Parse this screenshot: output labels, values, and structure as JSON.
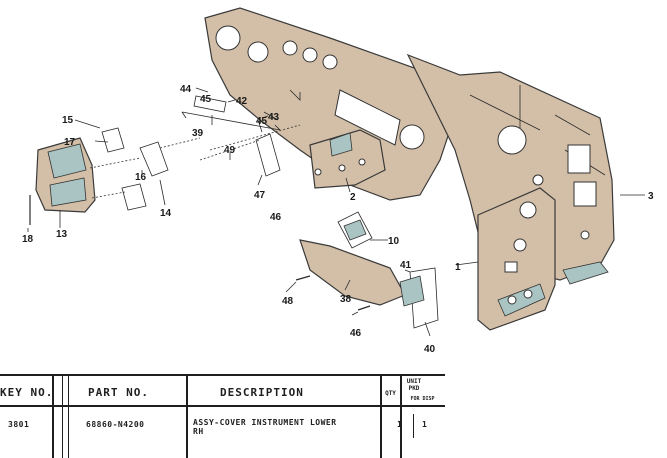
{
  "diagram": {
    "callouts": [
      "1",
      "2",
      "3",
      "10",
      "13",
      "14",
      "15",
      "16",
      "17",
      "18",
      "39",
      "40",
      "41",
      "42",
      "43",
      "44",
      "45",
      "45",
      "46",
      "46",
      "47",
      "48",
      "49",
      "38"
    ]
  },
  "table": {
    "headers": {
      "key_no": "KEY NO.",
      "part_no": "PART NO.",
      "description": "DESCRIPTION",
      "qty": "QTY",
      "unit_pkd": "UNIT PKD",
      "for_disp": "FOR DISP"
    },
    "rows": [
      {
        "key_no": "3801",
        "part_no": "68860-N4200",
        "description_line1": "ASSY-COVER INSTRUMENT LOWER",
        "description_line2": "RH",
        "qty": "1",
        "unit": "1"
      }
    ]
  }
}
